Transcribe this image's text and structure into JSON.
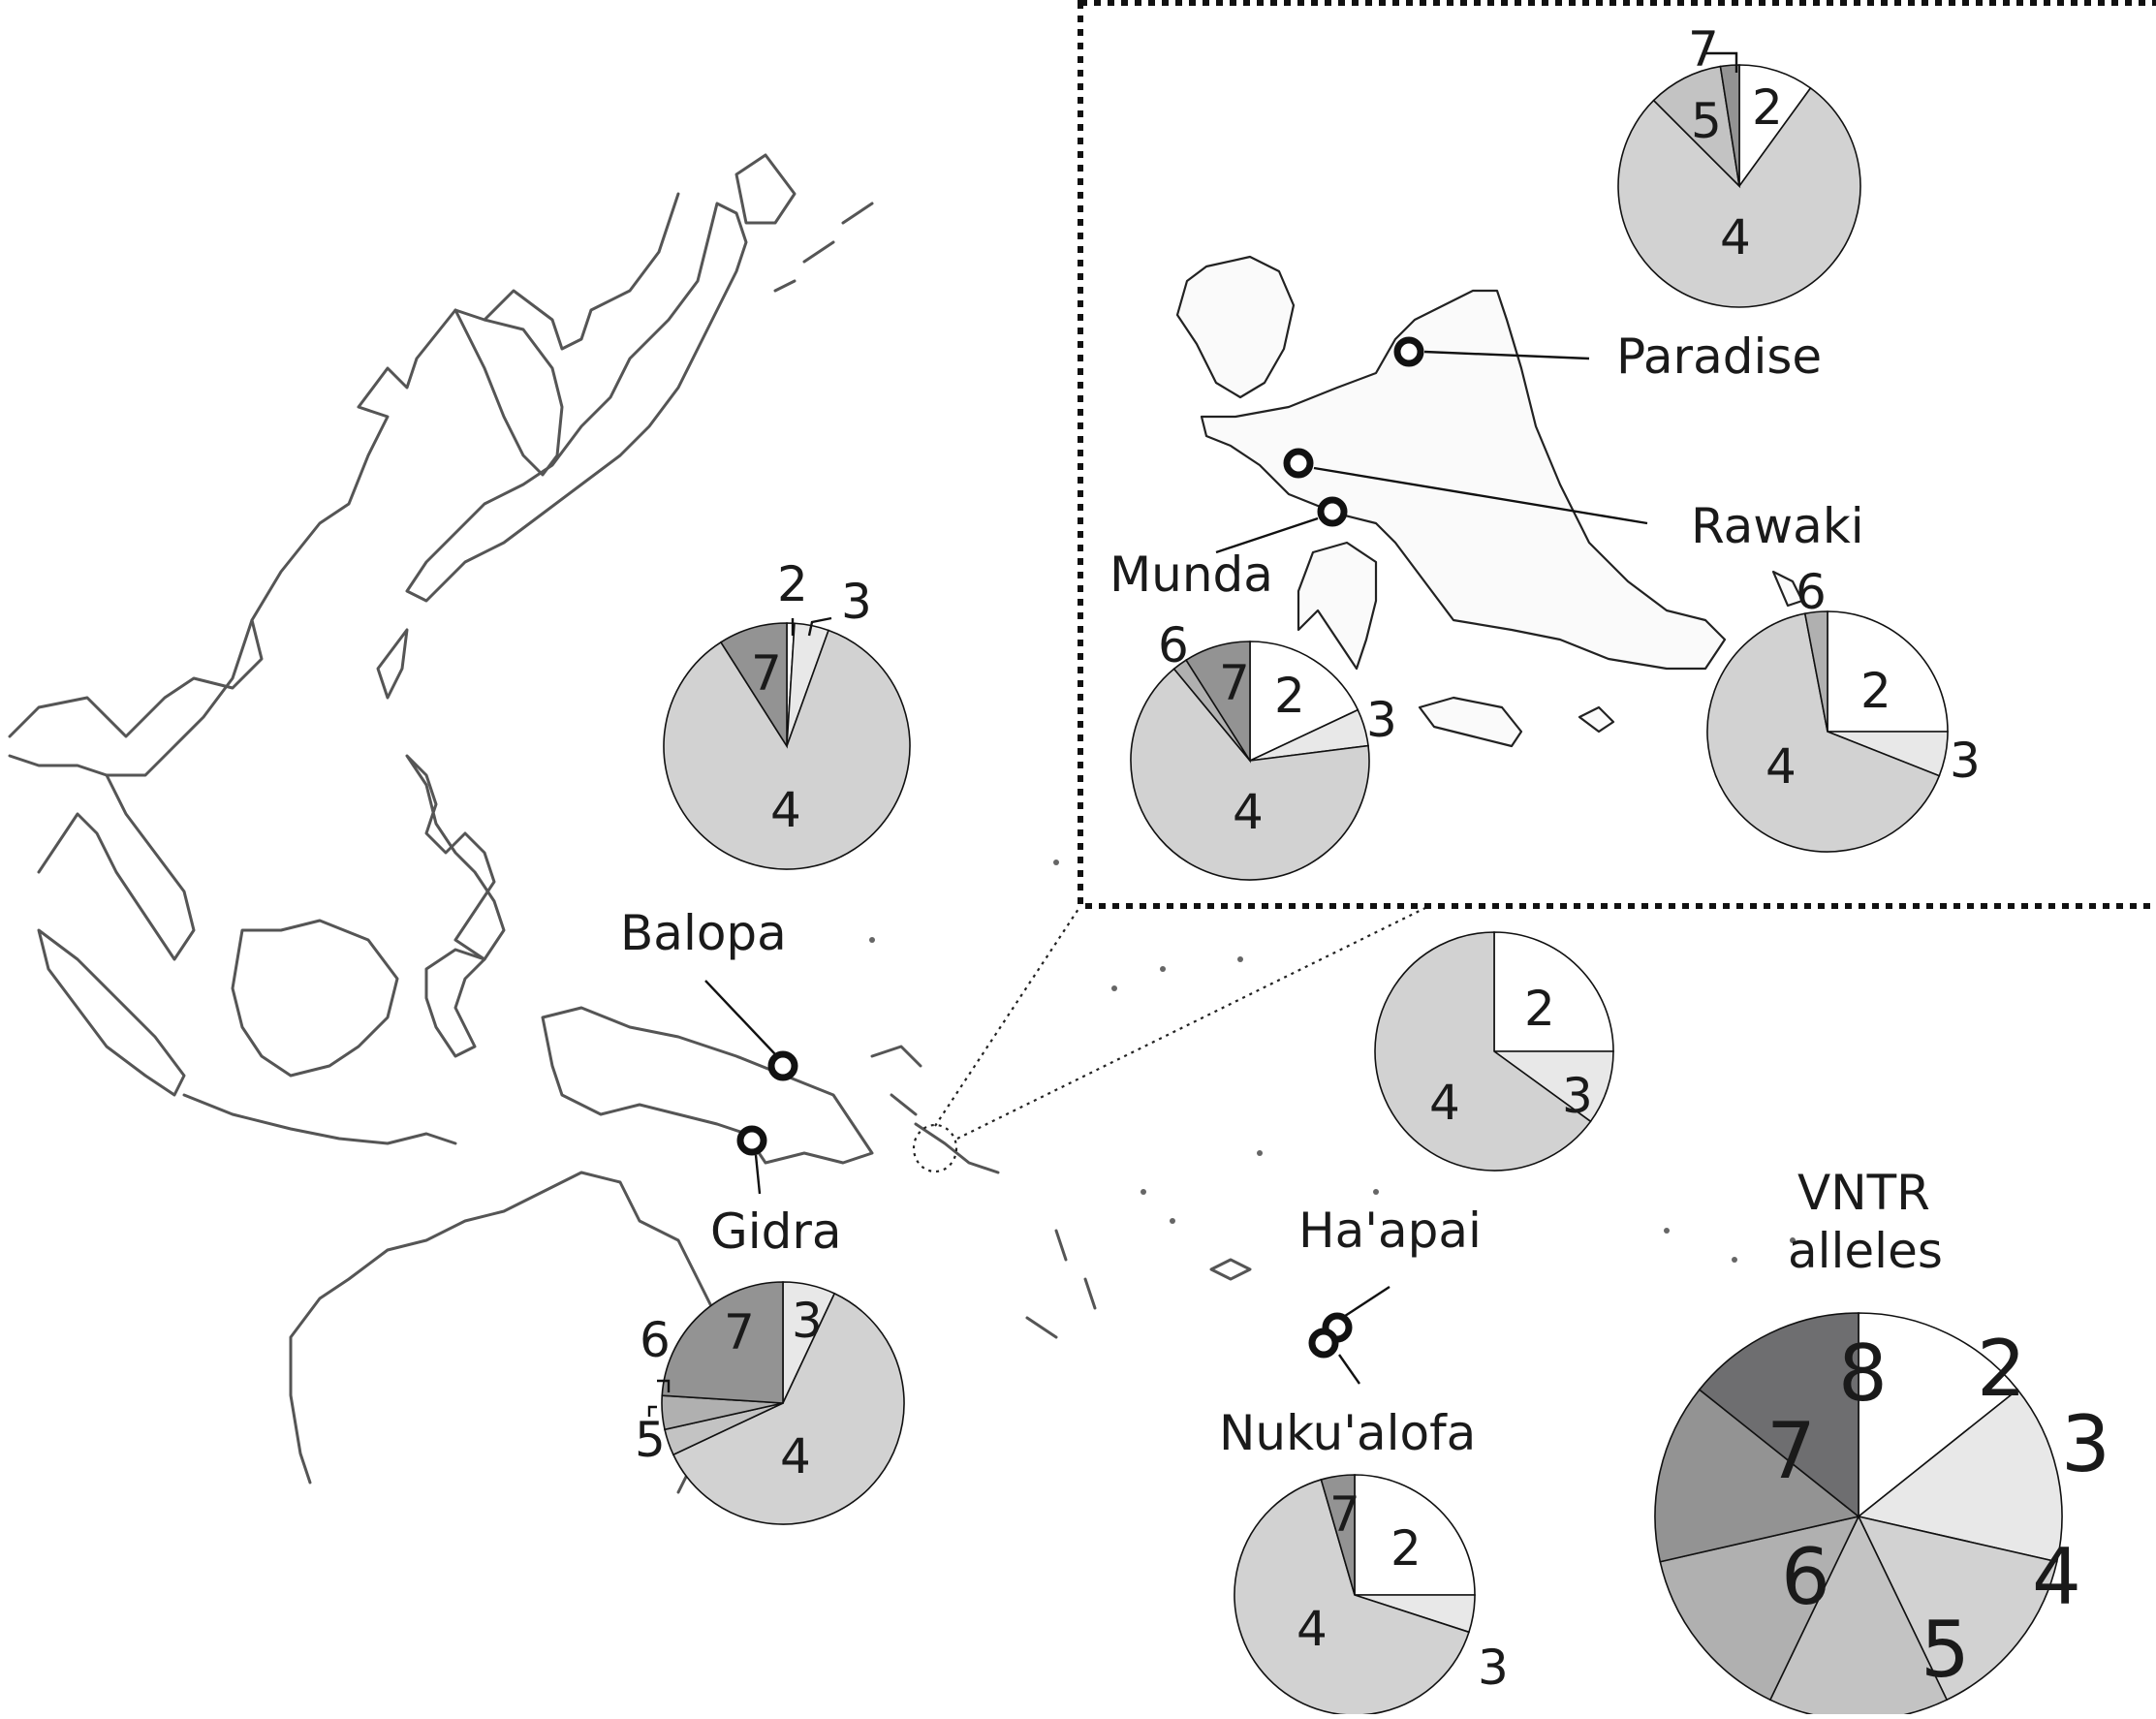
{
  "allele_colors": {
    "2": "#ffffff",
    "3": "#e8e8e8",
    "4": "#d2d2d2",
    "5": "#c3c3c3",
    "6": "#b0b0b0",
    "7": "#939393",
    "8": "#6e6e70"
  },
  "legend": {
    "title_line1": "VNTR",
    "title_line2": "alleles",
    "alleles": [
      "2",
      "3",
      "4",
      "5",
      "6",
      "7",
      "8"
    ]
  },
  "sites": [
    {
      "id": "balopa",
      "name": "Balopa"
    },
    {
      "id": "gidra",
      "name": "Gidra"
    },
    {
      "id": "haapai",
      "name": "Ha'apai"
    },
    {
      "id": "nukualofa",
      "name": "Nuku'alofa"
    },
    {
      "id": "paradise",
      "name": "Paradise"
    },
    {
      "id": "rawaki",
      "name": "Rawaki"
    },
    {
      "id": "munda",
      "name": "Munda"
    }
  ],
  "pies": [
    {
      "id": "balopa",
      "labels": [
        "2",
        "3",
        "7",
        "4"
      ],
      "slices": [
        {
          "allele": "2",
          "fraction": 0.01
        },
        {
          "allele": "3",
          "fraction": 0.045
        },
        {
          "allele": "4",
          "fraction": 0.855
        },
        {
          "allele": "7",
          "fraction": 0.09
        }
      ]
    },
    {
      "id": "gidra",
      "labels": [
        "3",
        "7",
        "6",
        "5",
        "4"
      ],
      "slices": [
        {
          "allele": "3",
          "fraction": 0.07
        },
        {
          "allele": "4",
          "fraction": 0.61
        },
        {
          "allele": "5",
          "fraction": 0.035
        },
        {
          "allele": "6",
          "fraction": 0.045
        },
        {
          "allele": "7",
          "fraction": 0.24
        }
      ]
    },
    {
      "id": "haapai",
      "labels": [
        "2",
        "3",
        "4"
      ],
      "slices": [
        {
          "allele": "2",
          "fraction": 0.25
        },
        {
          "allele": "3",
          "fraction": 0.1
        },
        {
          "allele": "4",
          "fraction": 0.65
        }
      ]
    },
    {
      "id": "nukualofa",
      "labels": [
        "7",
        "2",
        "3",
        "4"
      ],
      "slices": [
        {
          "allele": "2",
          "fraction": 0.25
        },
        {
          "allele": "3",
          "fraction": 0.05
        },
        {
          "allele": "4",
          "fraction": 0.655
        },
        {
          "allele": "7",
          "fraction": 0.045
        }
      ]
    },
    {
      "id": "paradise",
      "labels": [
        "7",
        "5",
        "2",
        "4"
      ],
      "slices": [
        {
          "allele": "2",
          "fraction": 0.1
        },
        {
          "allele": "4",
          "fraction": 0.775
        },
        {
          "allele": "5",
          "fraction": 0.1
        },
        {
          "allele": "7",
          "fraction": 0.025
        }
      ]
    },
    {
      "id": "rawaki",
      "labels": [
        "6",
        "2",
        "3",
        "4"
      ],
      "slices": [
        {
          "allele": "2",
          "fraction": 0.25
        },
        {
          "allele": "3",
          "fraction": 0.06
        },
        {
          "allele": "4",
          "fraction": 0.66
        },
        {
          "allele": "6",
          "fraction": 0.03
        }
      ]
    },
    {
      "id": "munda",
      "labels": [
        "6",
        "7",
        "2",
        "3",
        "4"
      ],
      "slices": [
        {
          "allele": "2",
          "fraction": 0.18
        },
        {
          "allele": "3",
          "fraction": 0.05
        },
        {
          "allele": "4",
          "fraction": 0.66
        },
        {
          "allele": "6",
          "fraction": 0.02
        },
        {
          "allele": "7",
          "fraction": 0.09
        }
      ]
    }
  ]
}
